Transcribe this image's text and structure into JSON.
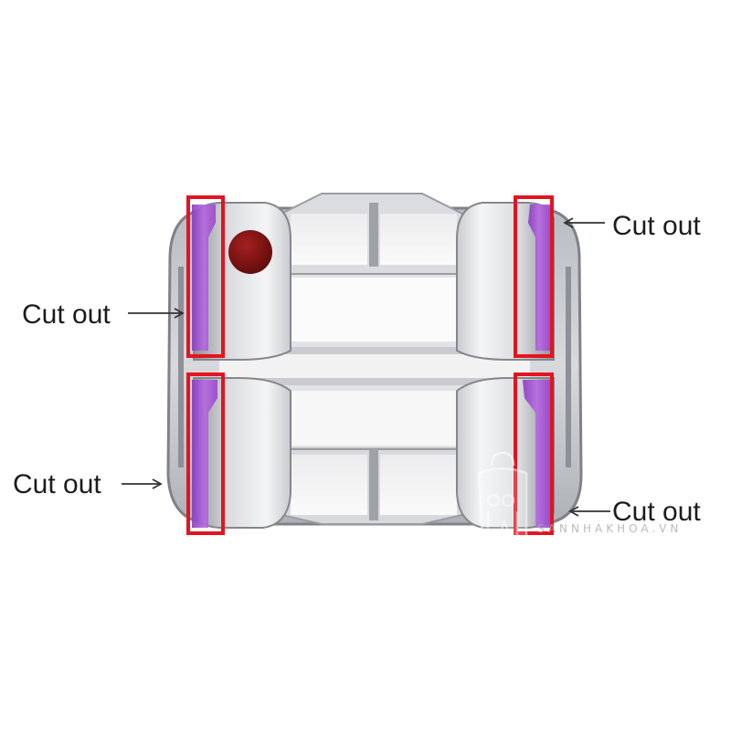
{
  "labels": {
    "top_left": "Cut out",
    "top_right": "Cut out",
    "bottom_left": "Cut out",
    "bottom_right": "Cut out"
  },
  "watermark": {
    "text": "SANNHAKHOA.VN",
    "logo_icon": "tooth-tools-logo-icon"
  },
  "colors": {
    "highlight_box": "#e3141f",
    "cutout_fill": "#a24ad0",
    "bracket_metal": "#c4c6ca",
    "hook_dot": "#8a1414"
  }
}
